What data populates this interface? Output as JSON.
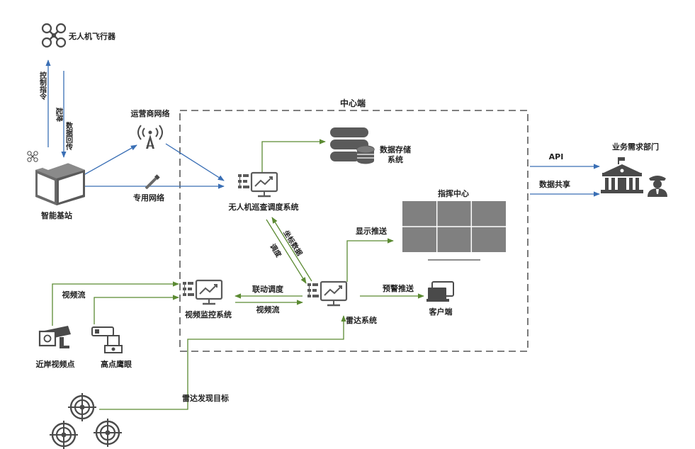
{
  "colors": {
    "blue_link": "#3a6fb5",
    "green_link": "#5b8a32",
    "dark_icon": "#4a4a4a",
    "gray_panel": "#808080",
    "frame": "#333333"
  },
  "labels": {
    "drone": "无人机飞行器",
    "control_cmd": "控制指令",
    "takeoff_land": "起降",
    "data_return": "数据回传",
    "base_station": "智能基站",
    "operator_network": "运营商网络",
    "private_network": "专用网络",
    "center": "中心端",
    "storage_line1": "数据存储",
    "storage_line2": "系统",
    "dispatch_system": "无人机巡查调度系统",
    "command_center": "指挥中心",
    "display_push": "显示推送",
    "coord_data": "坐标数据",
    "dispatch": "调度",
    "video_system": "视频监控系统",
    "linkage_dispatch": "联动调度",
    "video_stream_inner": "视频流",
    "radar_system": "雷达系统",
    "alert_push": "预警推送",
    "client": "客户端",
    "video_stream_left": "视频流",
    "shore_camera": "近岸视频点",
    "eagle_eye": "高点鹰眼",
    "radar_target": "雷达发现目标",
    "business_dept": "业务需求部门",
    "api": "API",
    "data_share": "数据共享"
  },
  "icons": {
    "drone_top": "drone-icon",
    "drone_small": "drone-icon",
    "base_station": "box-icon",
    "tower": "antenna-tower-icon",
    "cable": "cable-icon",
    "database": "database-icon",
    "dispatch_monitor": "system-monitor-icon",
    "video_monitor": "system-monitor-icon",
    "radar_monitor": "system-monitor-icon",
    "video_wall": "video-wall-icon",
    "laptop": "laptop-icon",
    "camera": "camera-icon",
    "eagle_eye_camera": "ptz-camera-icon",
    "radar": "radar-icon",
    "government": "government-building-icon",
    "officer": "officer-icon"
  }
}
